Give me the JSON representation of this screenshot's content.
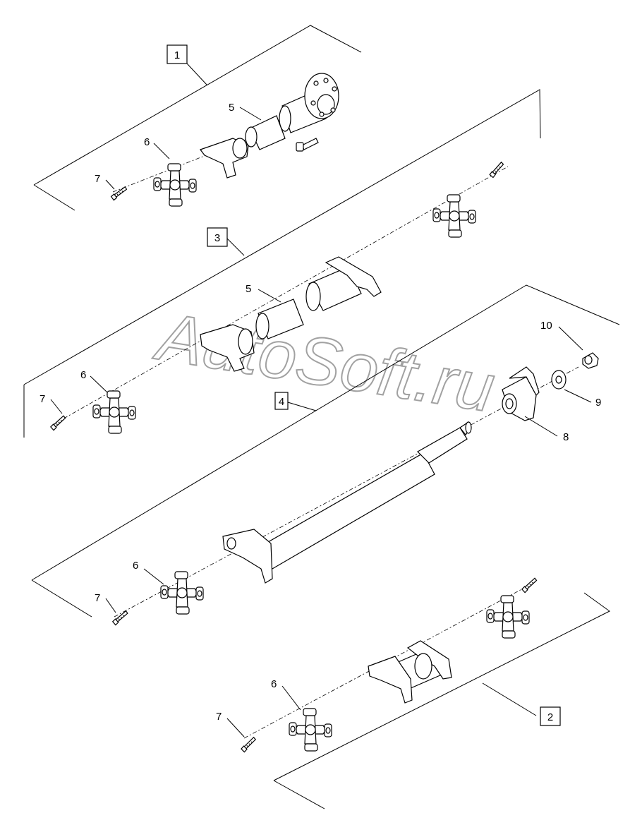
{
  "watermark": "AutoSoft.ru",
  "callouts": {
    "box1": "1",
    "box2": "2",
    "box3": "3",
    "box4": "4",
    "g1_5": "5",
    "g1_6": "6",
    "g1_7": "7",
    "g3_5": "5",
    "g3_6": "6",
    "g3_7": "7",
    "g4_6": "6",
    "g4_7": "7",
    "g4_8": "8",
    "g4_9": "9",
    "g4_10": "10",
    "g2_6": "6",
    "g2_7": "7"
  }
}
